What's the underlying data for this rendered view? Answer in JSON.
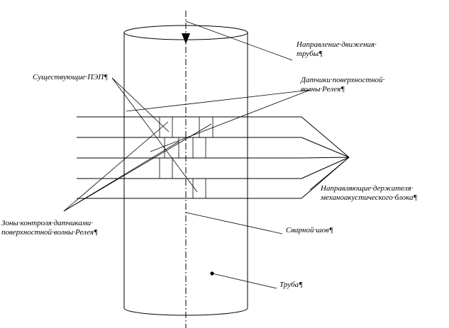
{
  "labels": {
    "direction": [
      "Направление·движения·",
      "трубы¶"
    ],
    "existing": "Существующие·ПЭП¶",
    "sensors": [
      "Датчики·поверхностной·",
      "волны·Релея¶"
    ],
    "guides": [
      "Направляющие·держателя·",
      "механоакустического·блока¶"
    ],
    "zones": [
      "Зоны·контроля·датчиками·",
      "поверхностной·волны·Релея¶"
    ],
    "weld": "Сварной·шов¶",
    "pipe": "Труба¶"
  },
  "colors": {
    "line": "#000000",
    "background": "#ffffff"
  }
}
